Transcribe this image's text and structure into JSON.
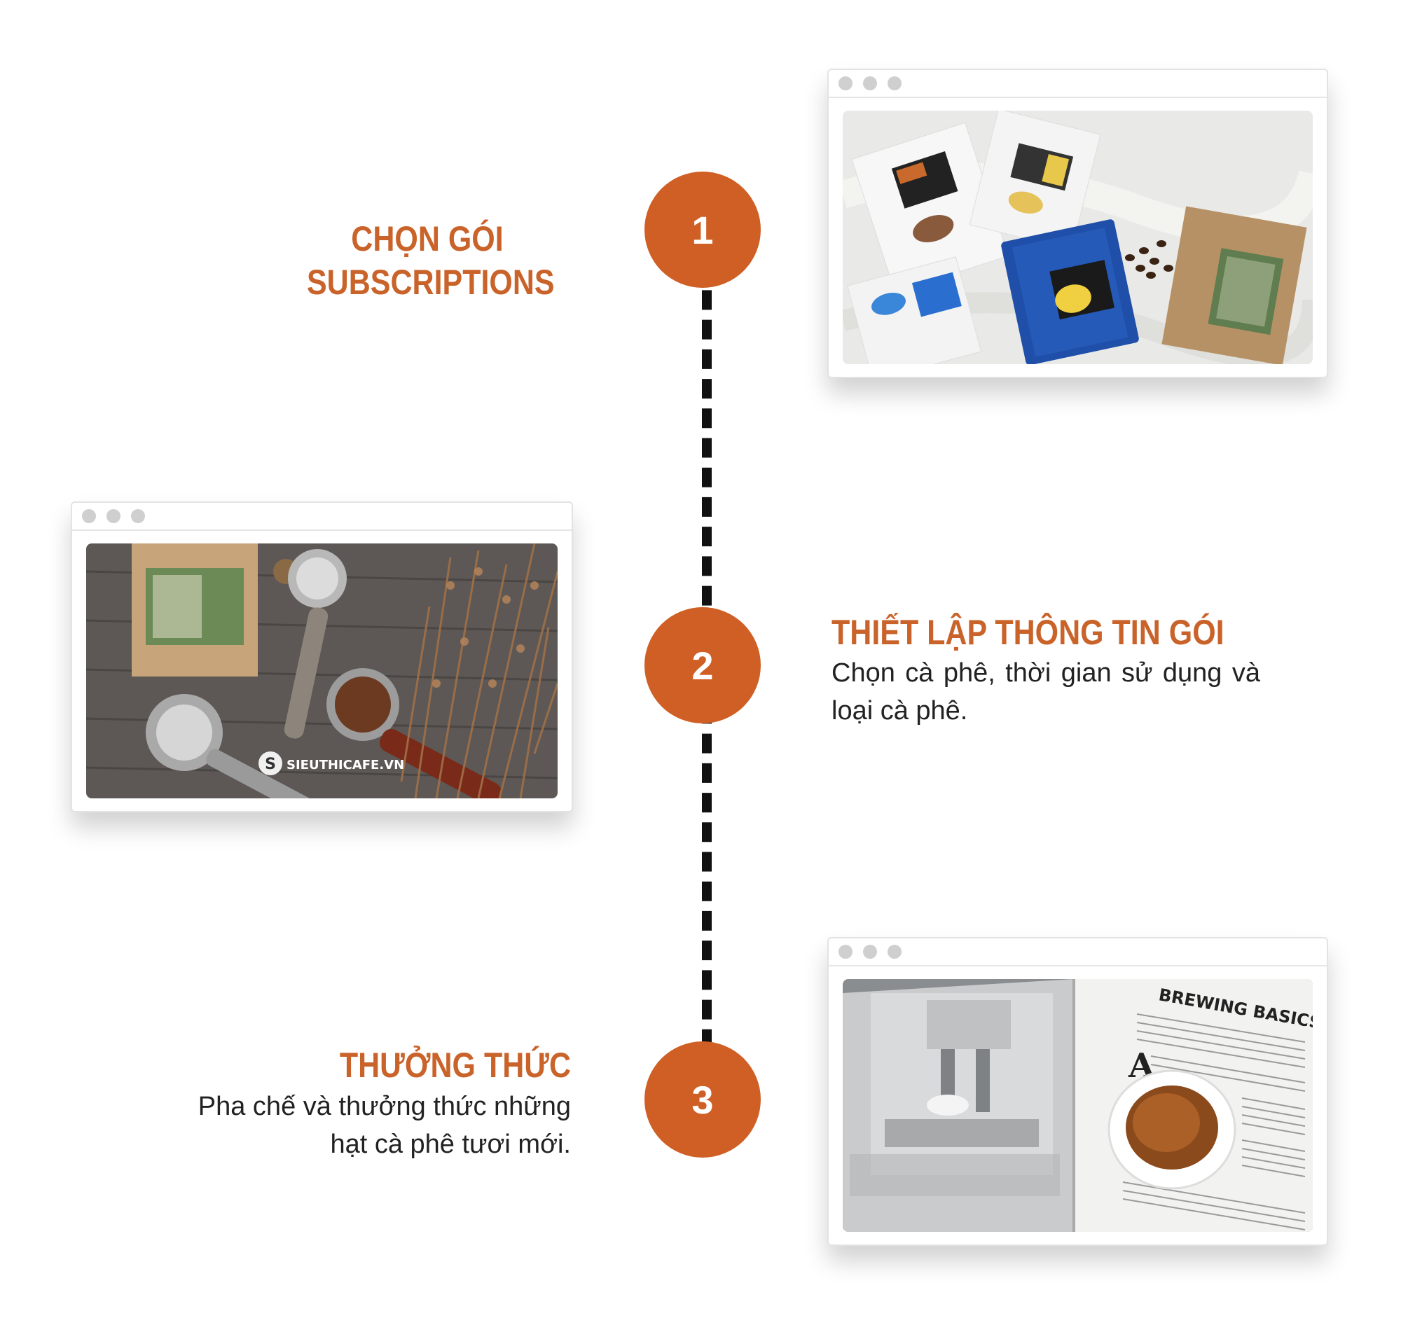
{
  "steps": [
    {
      "number": "1",
      "title": "CHỌN GÓI SUBSCRIPTIONS",
      "description": ""
    },
    {
      "number": "2",
      "title": "THIẾT LẬP THÔNG TIN GÓI",
      "description": "Chọn cà phê, thời gian sử dụng và loại cà phê."
    },
    {
      "number": "3",
      "title": "THƯỞNG THỨC",
      "description": "Pha chế và thưởng thức những hạt cà phê tươi mới."
    }
  ],
  "photos": {
    "watermark": "SIEUTHICAFE.VN",
    "magazine_heading": "BREWING BASICS"
  },
  "colors": {
    "accent": "#cf5f24",
    "title_text": "#c9632a",
    "timeline": "#111111"
  }
}
